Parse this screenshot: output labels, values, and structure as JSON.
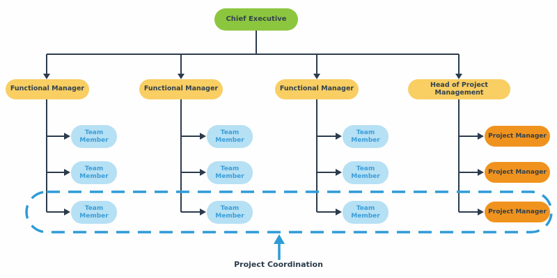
{
  "diagram": {
    "type": "org-chart",
    "root": {
      "label": "Chief Executive"
    },
    "managers": [
      {
        "label": "Functional Manager"
      },
      {
        "label": "Functional Manager"
      },
      {
        "label": "Functional Manager"
      },
      {
        "label": "Head of Project Management"
      }
    ],
    "columns": [
      {
        "members": [
          {
            "label": "Team Member"
          },
          {
            "label": "Team Member"
          },
          {
            "label": "Team Member"
          }
        ]
      },
      {
        "members": [
          {
            "label": "Team Member"
          },
          {
            "label": "Team Member"
          },
          {
            "label": "Team Member"
          }
        ]
      },
      {
        "members": [
          {
            "label": "Team Member"
          },
          {
            "label": "Team Member"
          },
          {
            "label": "Team Member"
          }
        ]
      },
      {
        "members": [
          {
            "label": "Project Manager"
          },
          {
            "label": "Project Manager"
          },
          {
            "label": "Project Manager"
          }
        ]
      }
    ],
    "annotation": {
      "label": "Project Coordination"
    },
    "colors": {
      "executive_fill": "#8cc63f",
      "manager_fill": "#f9ce63",
      "team_member_fill": "#b6e0f4",
      "team_member_text": "#3b9ed8",
      "project_manager_fill": "#f0931e",
      "dark_text": "#33424d",
      "connector": "#2b3b4c",
      "coordination_blue": "#2e9bd6"
    }
  }
}
